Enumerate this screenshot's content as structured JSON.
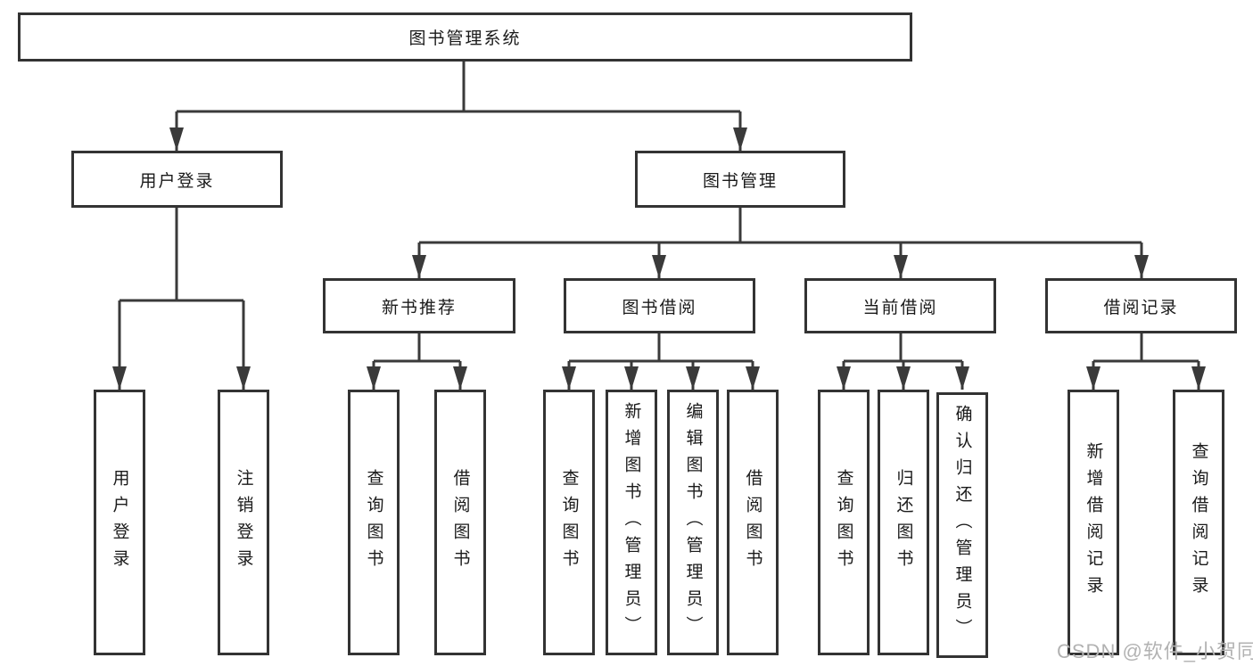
{
  "tree": {
    "root": "图书管理系统",
    "children": [
      {
        "label": "用户登录",
        "children": [
          "用户登录",
          "注销登录"
        ]
      },
      {
        "label": "图书管理",
        "children": [
          {
            "label": "新书推荐",
            "children": [
              "查询图书",
              "借阅图书"
            ]
          },
          {
            "label": "图书借阅",
            "children": [
              "查询图书",
              "新增图书（管理员）",
              "编辑图书（管理员）",
              "借阅图书"
            ]
          },
          {
            "label": "当前借阅",
            "children": [
              "查询图书",
              "归还图书",
              "确认归还（管理员）"
            ]
          },
          {
            "label": "借阅记录",
            "children": [
              "新增借阅记录",
              "查询借阅记录"
            ]
          }
        ]
      }
    ]
  },
  "watermark": {
    "text": "CSDN @软件_小贺同学"
  },
  "colors": {
    "line": "#3a3a3a",
    "box_border": "#333333",
    "box_fill": "#ffffff",
    "text": "#1a1a1a",
    "watermark": "#b2b2b2"
  }
}
